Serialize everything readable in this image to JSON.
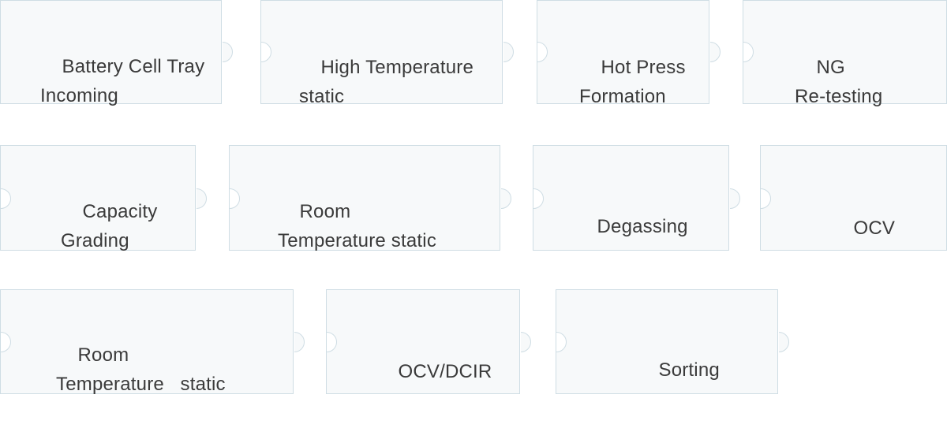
{
  "steps": [
    {
      "line1": "Battery Cell Tray",
      "line2": "Incoming"
    },
    {
      "line1": "High Temperature",
      "line2": "static"
    },
    {
      "line1": "Hot Press",
      "line2": "Formation"
    },
    {
      "line1": "NG",
      "line2": "Re-testing"
    },
    {
      "line1": "Capacity",
      "line2": "Grading"
    },
    {
      "line1": "Room",
      "line2": "Temperature static"
    },
    {
      "line1": "Degassing",
      "line2": ""
    },
    {
      "line1": "OCV",
      "line2": ""
    },
    {
      "line1": "Room",
      "line2": "Temperature   static"
    },
    {
      "line1": "OCV/DCIR",
      "line2": ""
    },
    {
      "line1": "Sorting",
      "line2": ""
    }
  ]
}
